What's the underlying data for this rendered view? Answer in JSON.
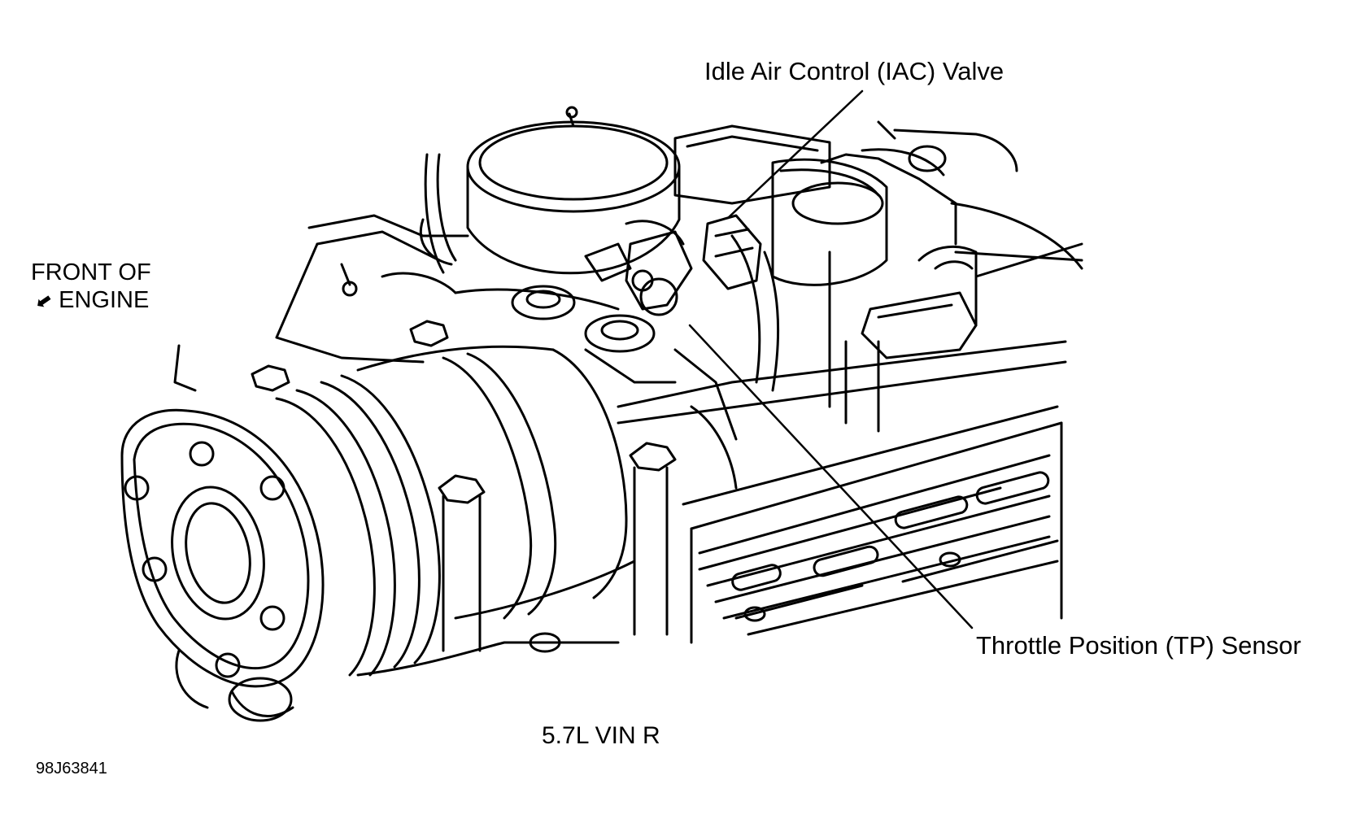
{
  "labels": {
    "iac_valve": "Idle Air Control (IAC) Valve",
    "tp_sensor": "Throttle Position (TP) Sensor",
    "front_line1": "FRONT OF",
    "front_line2": "ENGINE",
    "engine_code": "5.7L VIN R",
    "figure_id": "98J63841"
  },
  "icons": {
    "front_arrow": "arrow-pointing-front-icon"
  },
  "colors": {
    "line": "#000000",
    "background": "#ffffff"
  }
}
